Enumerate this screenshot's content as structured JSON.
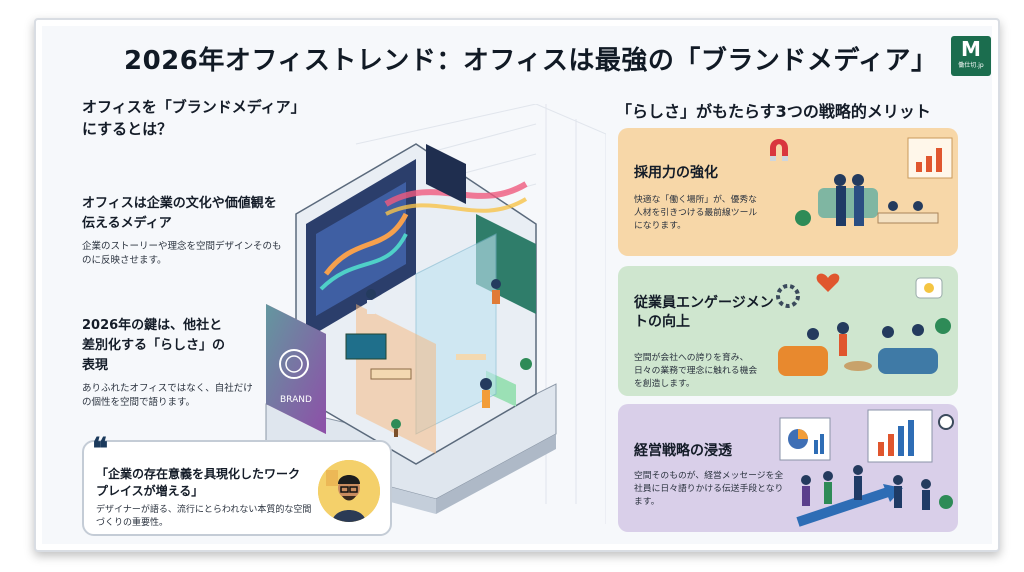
{
  "title": "2026年オフィストレンド：オフィスは最強の「ブランドメディア」",
  "logo": {
    "mark": "M",
    "text": "働仕切.jp"
  },
  "left": {
    "heading1": "オフィスを「ブランドメディア」にするとは？",
    "heading2": "オフィスは企業の文化や価値観を伝えるメディア",
    "body2": "企業のストーリーや理念を空間デザインそのものに反映させます。",
    "heading3": "2026年の鍵は、他社と差別化する「らしさ」の表現",
    "body3": "ありふれたオフィスではなく、自社だけの個性を空間で語ります。"
  },
  "quote": {
    "mark": "❝",
    "heading": "「企業の存在意義を具現化したワークプレイスが増える」",
    "body": "デザイナーが語る、流行にとらわれない本質的な空間づくりの重要性。"
  },
  "illustration": {
    "wall_text": "BRAND"
  },
  "right": {
    "title": "「らしさ」がもたらす3つの戦略的メリット",
    "cards": [
      {
        "heading": "採用力の強化",
        "body": "快適な「働く場所」が、優秀な人材を引きつける最前線ツールになります。"
      },
      {
        "heading": "従業員エンゲージメントの向上",
        "body": "空間が会社への誇りを育み、日々の業務で理念に触れる機会を創造します。"
      },
      {
        "heading": "経営戦略の浸透",
        "body": "空間そのものが、経営メッセージを全社員に日々語りかける伝送手段となります。"
      }
    ]
  },
  "colors": {
    "card1": "#f7d7a8",
    "card2": "#cfe6cf",
    "card3": "#d9cfe9",
    "logo": "#1b6d4e"
  }
}
